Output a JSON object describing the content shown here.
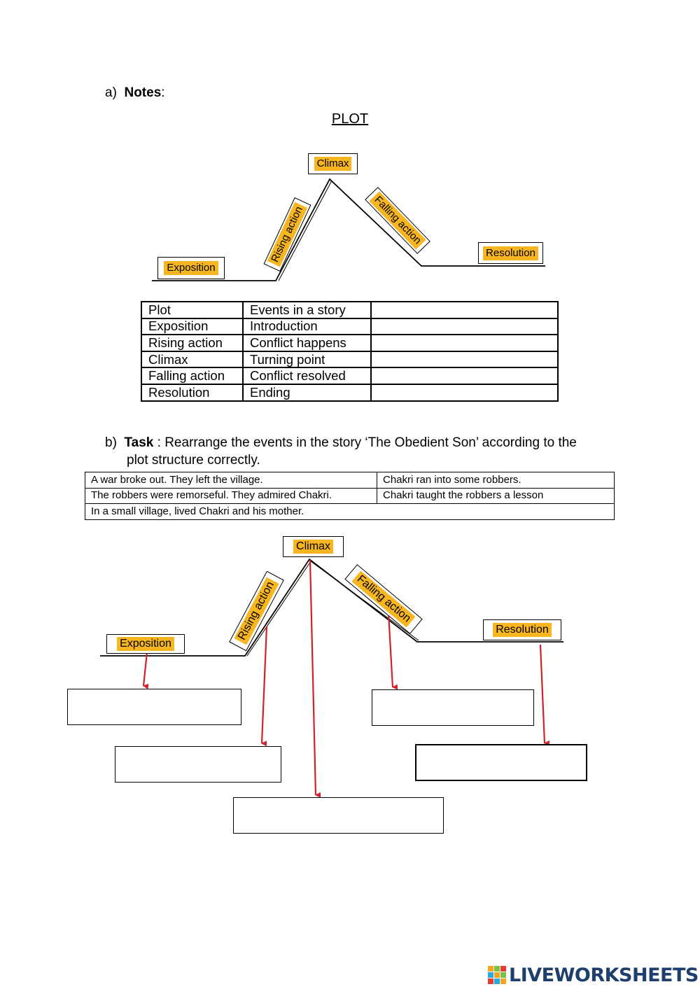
{
  "notes_section": {
    "marker": "a)",
    "heading": "Notes",
    "colon": ":",
    "plot_title": "PLOT"
  },
  "plot_labels": {
    "climax": "Climax",
    "rising": "Rising action",
    "falling": "Falling action",
    "exposition": "Exposition",
    "resolution": "Resolution"
  },
  "notes_table": [
    [
      "Plot",
      "Events in a story",
      ""
    ],
    [
      "Exposition",
      "Introduction",
      ""
    ],
    [
      "Rising action",
      "Conflict happens",
      ""
    ],
    [
      "Climax",
      "Turning point",
      ""
    ],
    [
      "Falling action",
      "Conflict resolved",
      ""
    ],
    [
      "Resolution",
      "Ending",
      ""
    ]
  ],
  "task_section": {
    "marker": "b)",
    "heading": "Task",
    "text_line1": " : Rearrange the events in the story ‘The Obedient Son’ according to the",
    "text_line2": "plot structure correctly."
  },
  "events_table": {
    "row1": [
      "A war broke out. They left the village.",
      "Chakri ran into some robbers."
    ],
    "row2": [
      "The robbers were remorseful. They admired Chakri.",
      "Chakri taught the robbers a lesson"
    ],
    "row3": "In a small village, lived Chakri and his mother."
  },
  "colors": {
    "label_highlight": "#f7b520",
    "arrow": "#d0202a",
    "logo_text": "#1e3f6e"
  },
  "footer": {
    "logo_text": "LIVEWORKSHEETS",
    "logo_icon": "liveworksheets-grid-icon"
  }
}
